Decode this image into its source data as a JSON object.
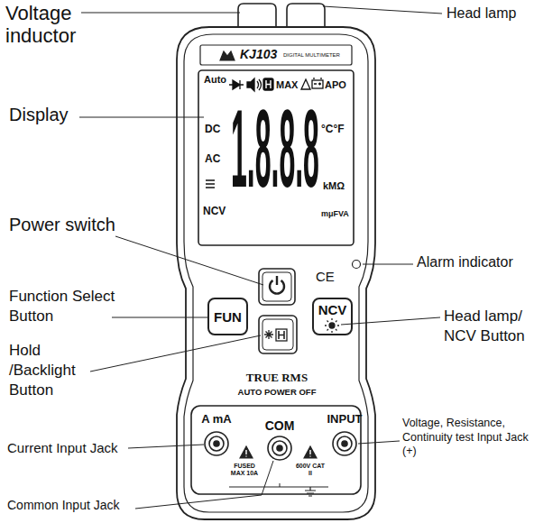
{
  "diagram": {
    "nodes": [
      {
        "text": [
          "FUN"
        ]
      },
      {
        "text": [
          "NCV"
        ]
      }
    ],
    "labels": [
      "Voltage inductor",
      "Head lamp",
      "KJ103",
      "DIGITAL MULTIMETER",
      "Display",
      "Auto",
      "MAX",
      "APO",
      "DC",
      "AC",
      "NCV",
      "1.8.8.8",
      "°C°F",
      "kMΩ",
      "mμFVA",
      "Power switch",
      "CE",
      "Alarm indicator",
      "Function Select Button",
      "Head lamp/ NCV Button",
      "Hold /Backlight Button",
      "TRUE RMS",
      "AUTO POWER OFF",
      "A mA",
      "COM",
      "INPUT",
      "Current Input Jack",
      "FUSED MAX 10A",
      "600V CAT II",
      "Voltage, Resistance, Continuity test Input Jack (+)",
      "Common Input Jack"
    ]
  }
}
